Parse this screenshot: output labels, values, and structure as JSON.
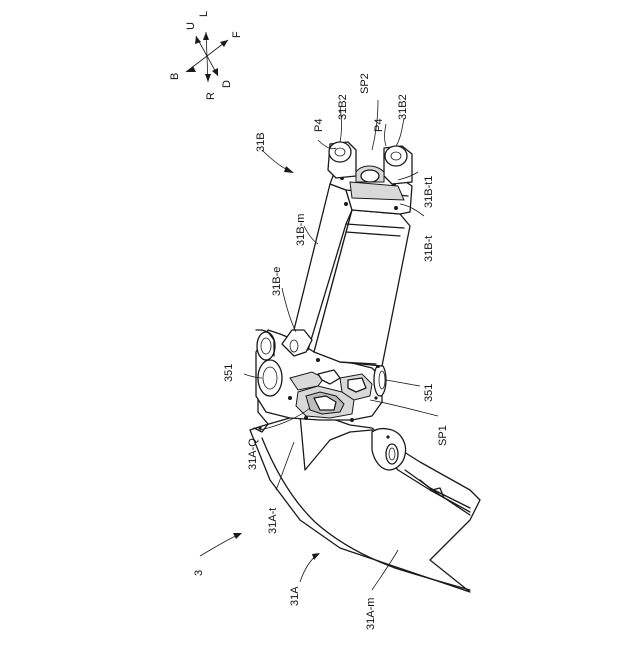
{
  "directions": {
    "up": "U",
    "left": "L",
    "front": "F",
    "back": "B",
    "right": "R",
    "down": "D"
  },
  "labels": {
    "assembly": "3",
    "upper_arm": "31B",
    "upper_arm_middle": "31B-m",
    "upper_arm_end": "31B-e",
    "upper_arm_tip": "31B-t",
    "upper_arm_tip_inner": "31B-t1",
    "upper_arm_bracket_left": "31B2",
    "upper_arm_bracket_right": "31B2",
    "pin_left": "P4",
    "pin_right": "P4",
    "space_2": "SP2",
    "space_1": "SP1",
    "joint_left": "351",
    "joint_right": "351",
    "lower_arm": "31A",
    "lower_arm_middle": "31A-m",
    "lower_arm_tip": "31A-t",
    "lower_arm_q": "31A-Q"
  },
  "colors": {
    "line": "#1a1a1a",
    "shade_light": "#d9d9d9",
    "shade_dark": "#bdbdbd",
    "background": "#ffffff"
  }
}
